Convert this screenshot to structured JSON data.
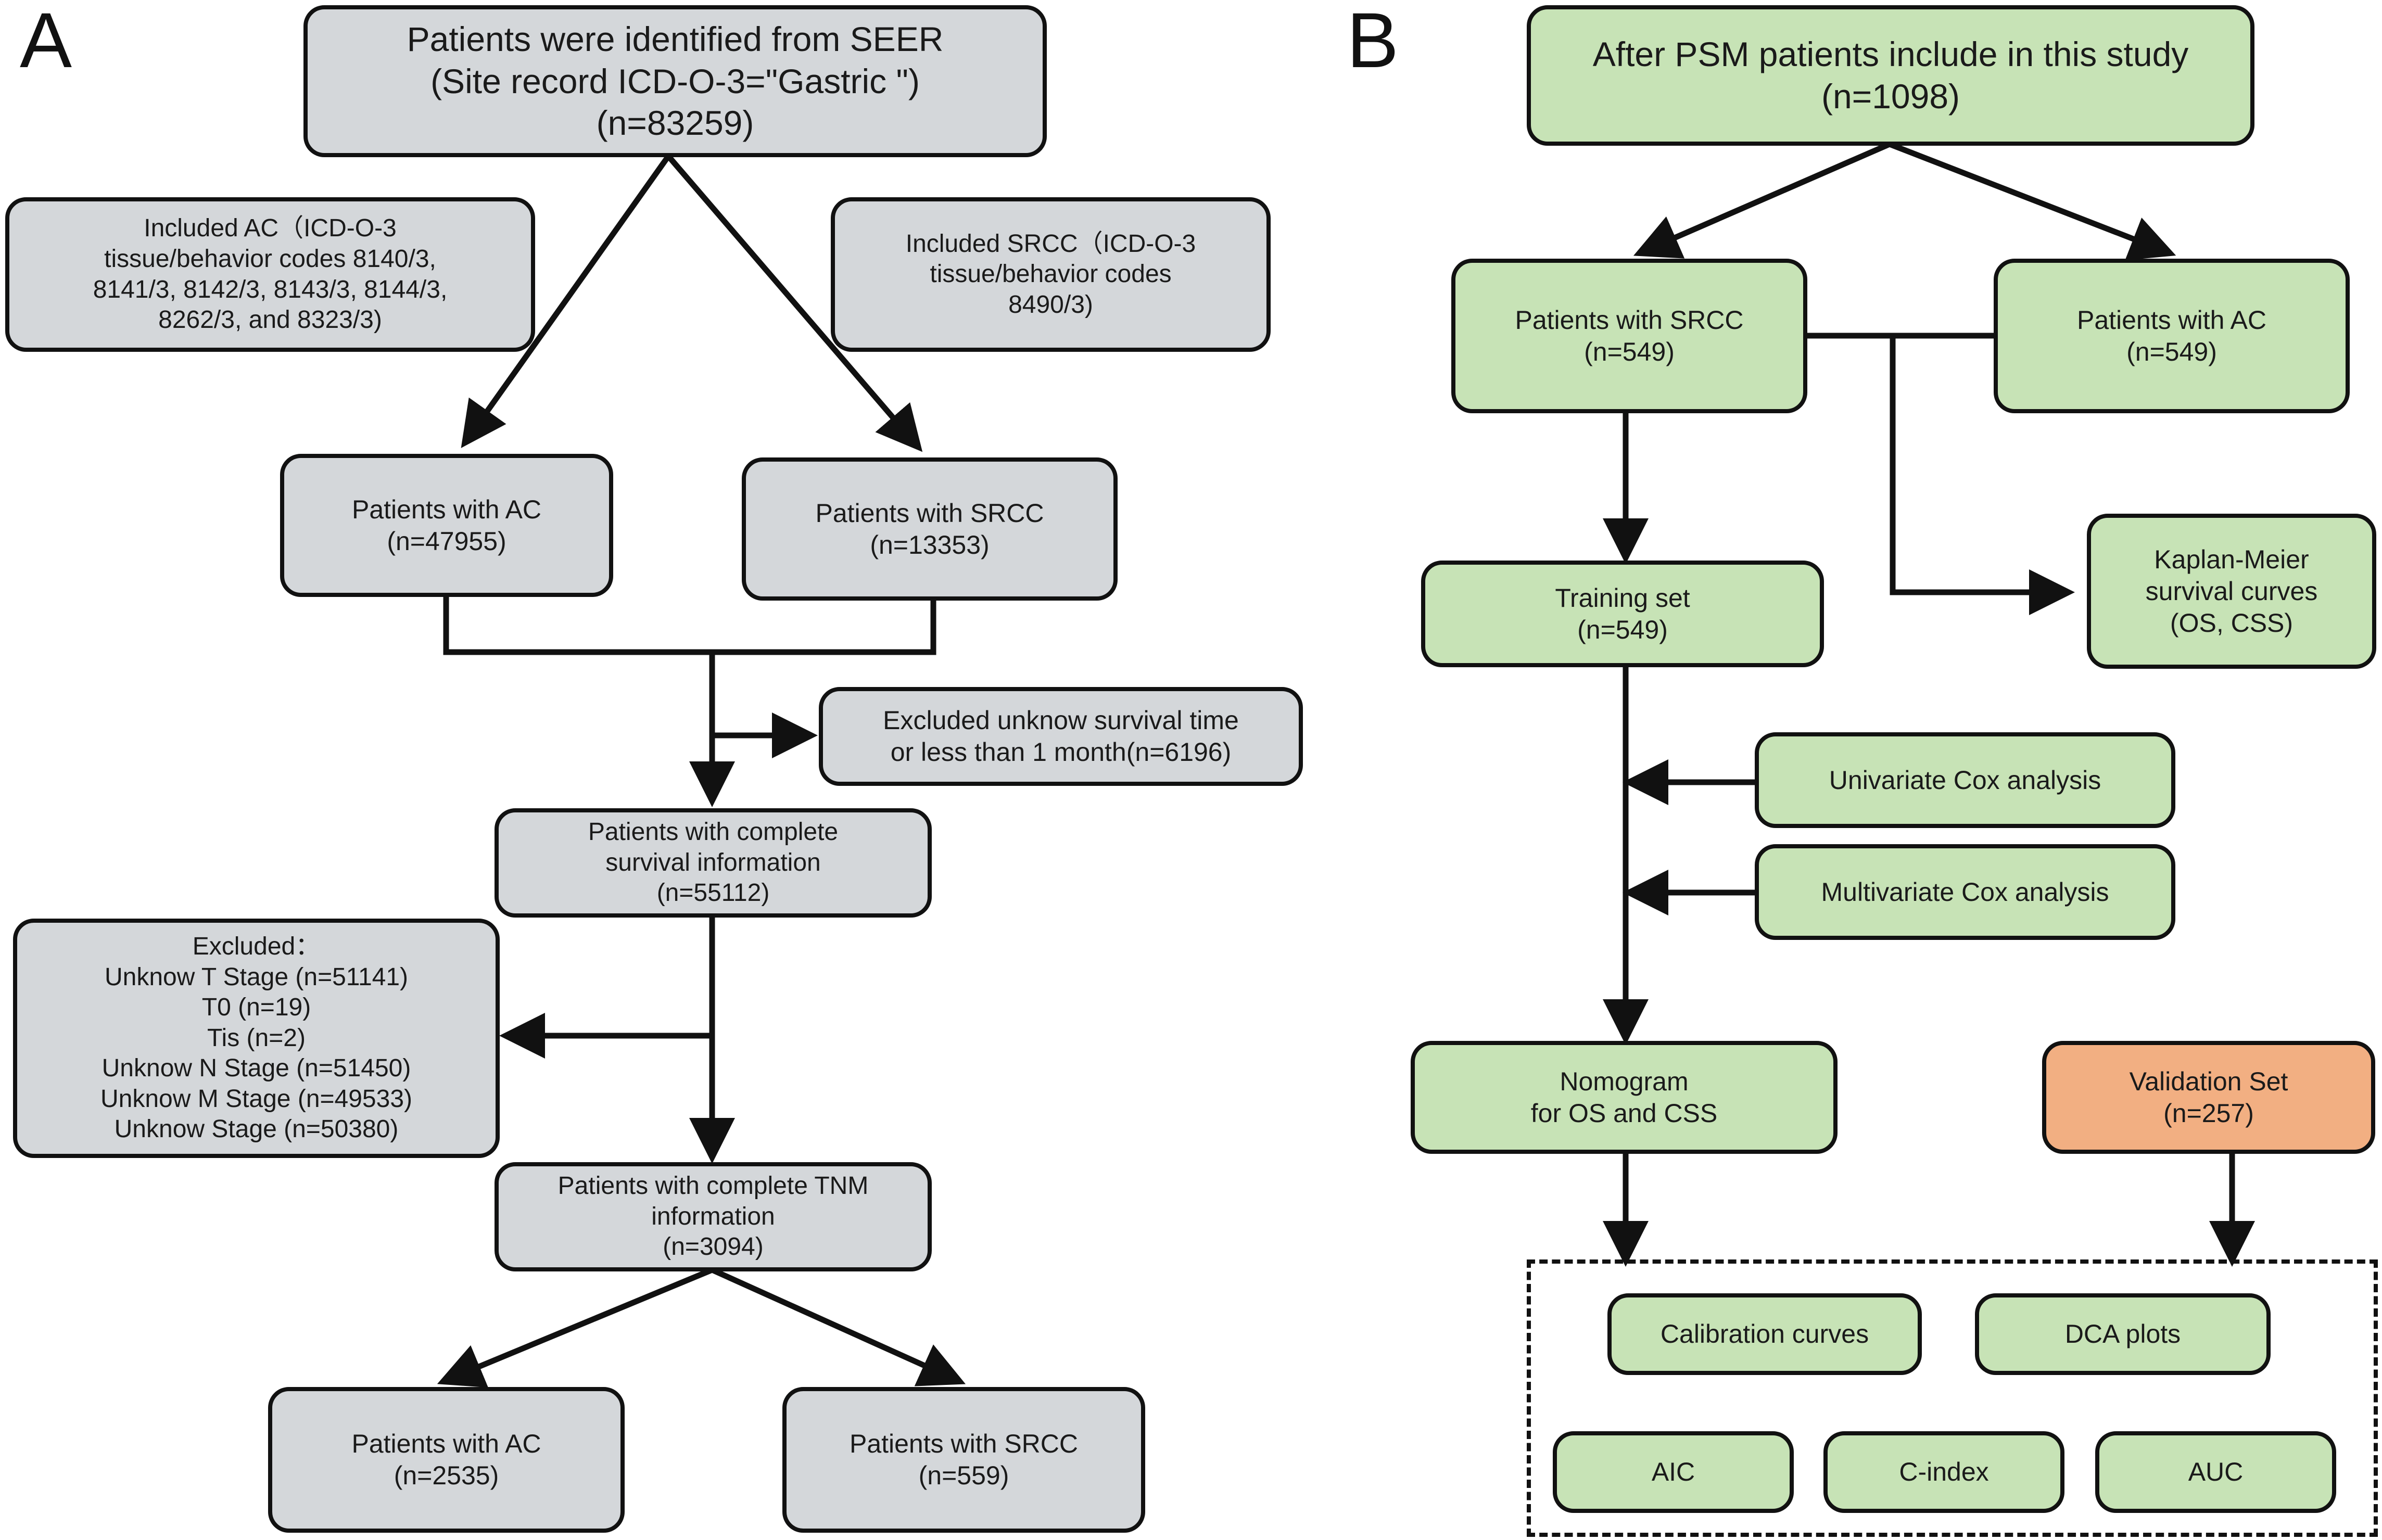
{
  "panels": {
    "a_label": "A",
    "b_label": "B"
  },
  "flow_a": {
    "seer": "Patients were identified from SEER\n(Site record ICD-O-3=\"Gastric \")\n(n=83259)",
    "included_ac": "Included AC（ICD-O-3\ntissue/behavior codes 8140/3,\n8141/3, 8142/3, 8143/3, 8144/3,\n8262/3,  and 8323/3)",
    "included_srcc": "Included SRCC（ICD-O-3\ntissue/behavior codes\n8490/3)",
    "patients_ac": "Patients with AC\n(n=47955)",
    "patients_srcc": "Patients with SRCC\n(n=13353)",
    "excluded_survival": "Excluded unknow survival time\nor less than 1 month(n=6196)",
    "complete_survival": "Patients with complete\nsurvival information\n(n=55112)",
    "excluded_stage": "Excluded：\nUnknow T Stage (n=51141)\nT0 (n=19)\nTis (n=2)\nUnknow N Stage (n=51450)\nUnknow M Stage (n=49533)\nUnknow Stage (n=50380)",
    "complete_tnm": "Patients with complete TNM\ninformation\n(n=3094)",
    "final_ac": "Patients with AC\n(n=2535)",
    "final_srcc": "Patients with SRCC\n(n=559)"
  },
  "flow_b": {
    "psm": "After PSM patients include in this study\n(n=1098)",
    "srcc": "Patients with SRCC\n(n=549)",
    "ac": "Patients with AC\n(n=549)",
    "km": "Kaplan-Meier\nsurvival curves\n(OS, CSS)",
    "training": "Training set\n(n=549)",
    "univariate": "Univariate Cox analysis",
    "multivariate": "Multivariate Cox analysis",
    "nomogram": "Nomogram\nfor OS and CSS",
    "validation": "Validation Set\n(n=257)",
    "calibration": "Calibration curves",
    "dca": "DCA plots",
    "aic": "AIC",
    "cindex": "C-index",
    "auc": "AUC"
  },
  "colors": {
    "panel_a_box": "#d4d7da",
    "panel_b_box": "#c7e3b6",
    "validation_box": "#f2af82",
    "stroke": "#111111"
  }
}
